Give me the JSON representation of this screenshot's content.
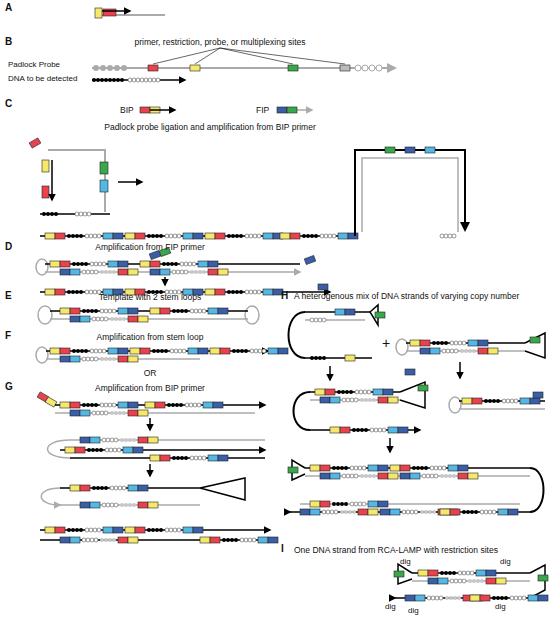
{
  "diagram": {
    "labels": [
      "A",
      "B",
      "primer, restriction, probe, or multiplexing sites",
      "Padlock Probe",
      "DNA to be detected",
      "C",
      "BIP",
      "FIP",
      "Padlock probe ligation and amplification from BIP primer",
      "D",
      "Amplification from FIP primer",
      "E",
      "Template with 2 stem loops",
      "F",
      "Amplification from stem loop",
      "OR",
      "G",
      "Amplification from BIP primer",
      "H",
      "A heterogenous mix of DNA strands of varying copy number",
      "+",
      "I",
      "One DNA strand from RCA-LAMP with restriction sites",
      "dig",
      "dig",
      "dig",
      "dig",
      "dig"
    ]
  }
}
